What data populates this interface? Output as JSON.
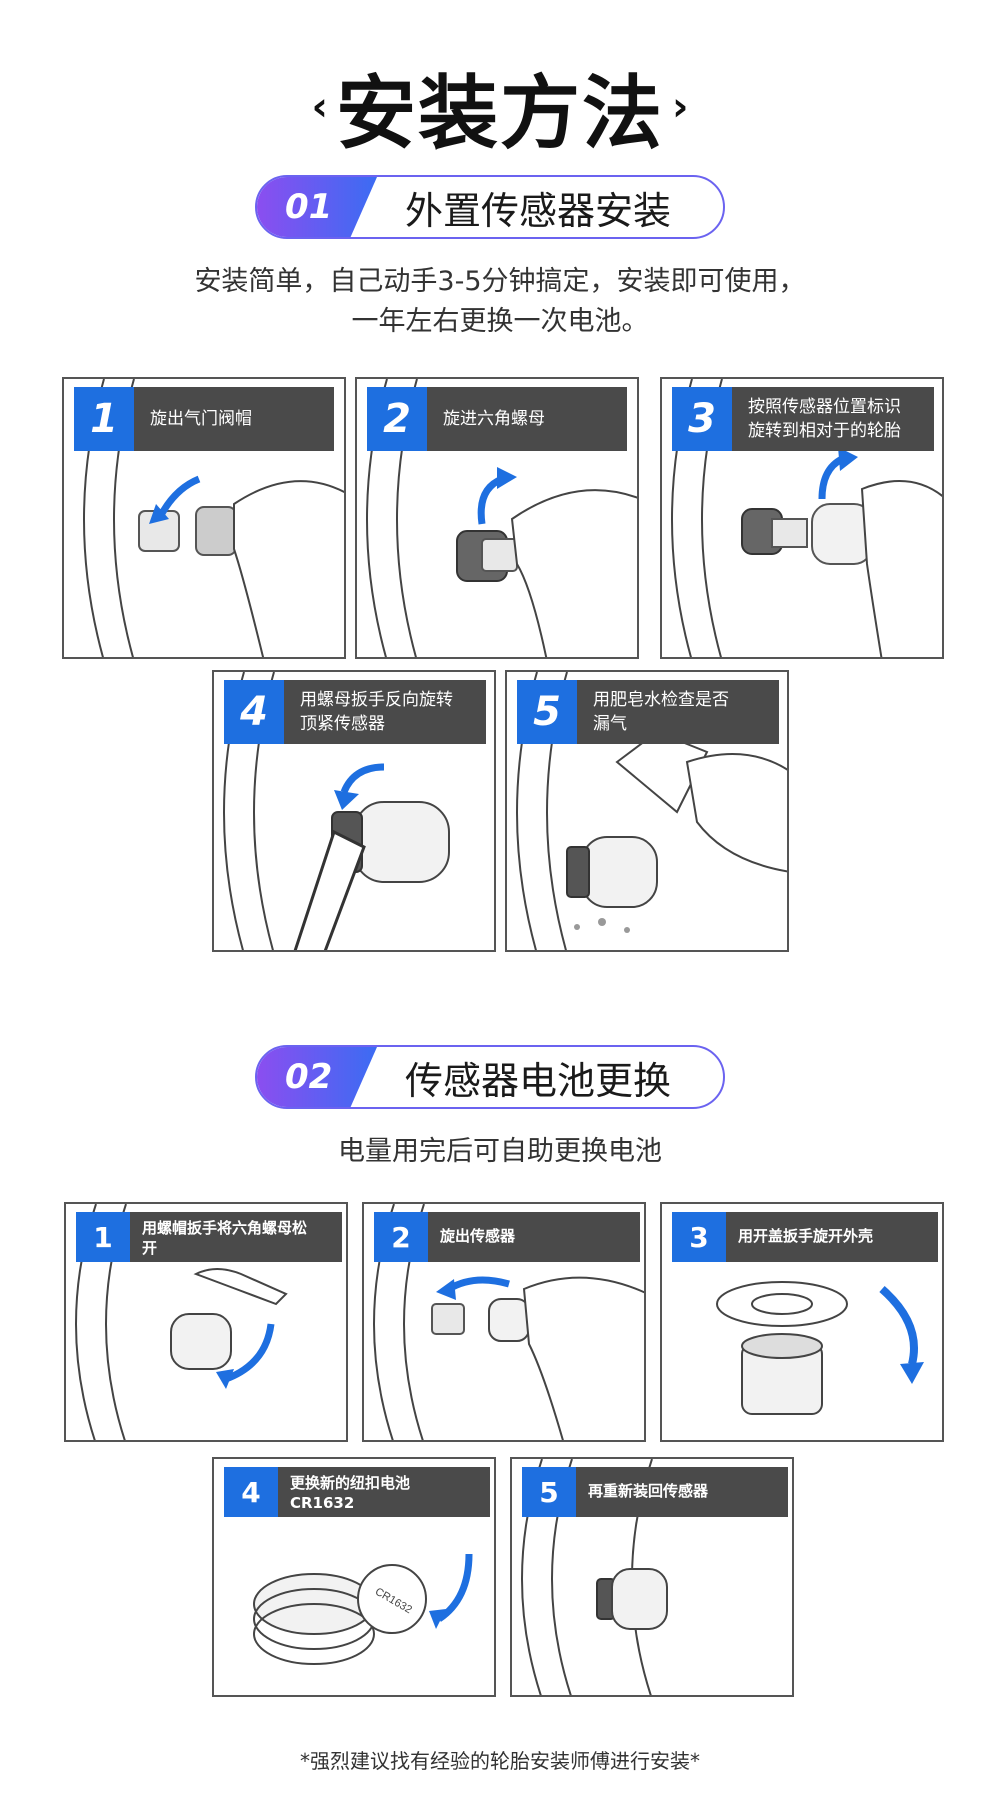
{
  "title": {
    "left": "‹",
    "text": "安装方法",
    "right": "›"
  },
  "section1": {
    "num": "01",
    "title": "外置传感器安装",
    "desc_line1": "安装简单，自己动手3-5分钟搞定，安装即可使用，",
    "desc_line2": "一年左右更换一次电池。",
    "steps": [
      {
        "num": "1",
        "text": "旋出气门阀帽"
      },
      {
        "num": "2",
        "text": "旋进六角螺母"
      },
      {
        "num": "3",
        "text": "按照传感器位置标识\n旋转到相对于的轮胎"
      },
      {
        "num": "4",
        "text": "用螺母扳手反向旋转\n顶紧传感器"
      },
      {
        "num": "5",
        "text": "用肥皂水检查是否\n漏气"
      }
    ]
  },
  "section2": {
    "num": "02",
    "title": "传感器电池更换",
    "desc": "电量用完后可自助更换电池",
    "steps": [
      {
        "num": "1",
        "text": "用螺帽扳手将六角螺母松\n开"
      },
      {
        "num": "2",
        "text": "旋出传感器"
      },
      {
        "num": "3",
        "text": "用开盖扳手旋开外壳"
      },
      {
        "num": "4",
        "text": "更换新的纽扣电池\nCR1632"
      },
      {
        "num": "5",
        "text": "再重新装回传感器"
      }
    ],
    "battery_label": "CR1632"
  },
  "note": "*强烈建议找有经验的轮胎安装师傅进行安装*",
  "colors": {
    "accent_blue": "#1e6fe0",
    "pill_purple": "#8b4ef0",
    "pill_border": "#6b63f0",
    "label_gray": "#4a4a4a"
  }
}
